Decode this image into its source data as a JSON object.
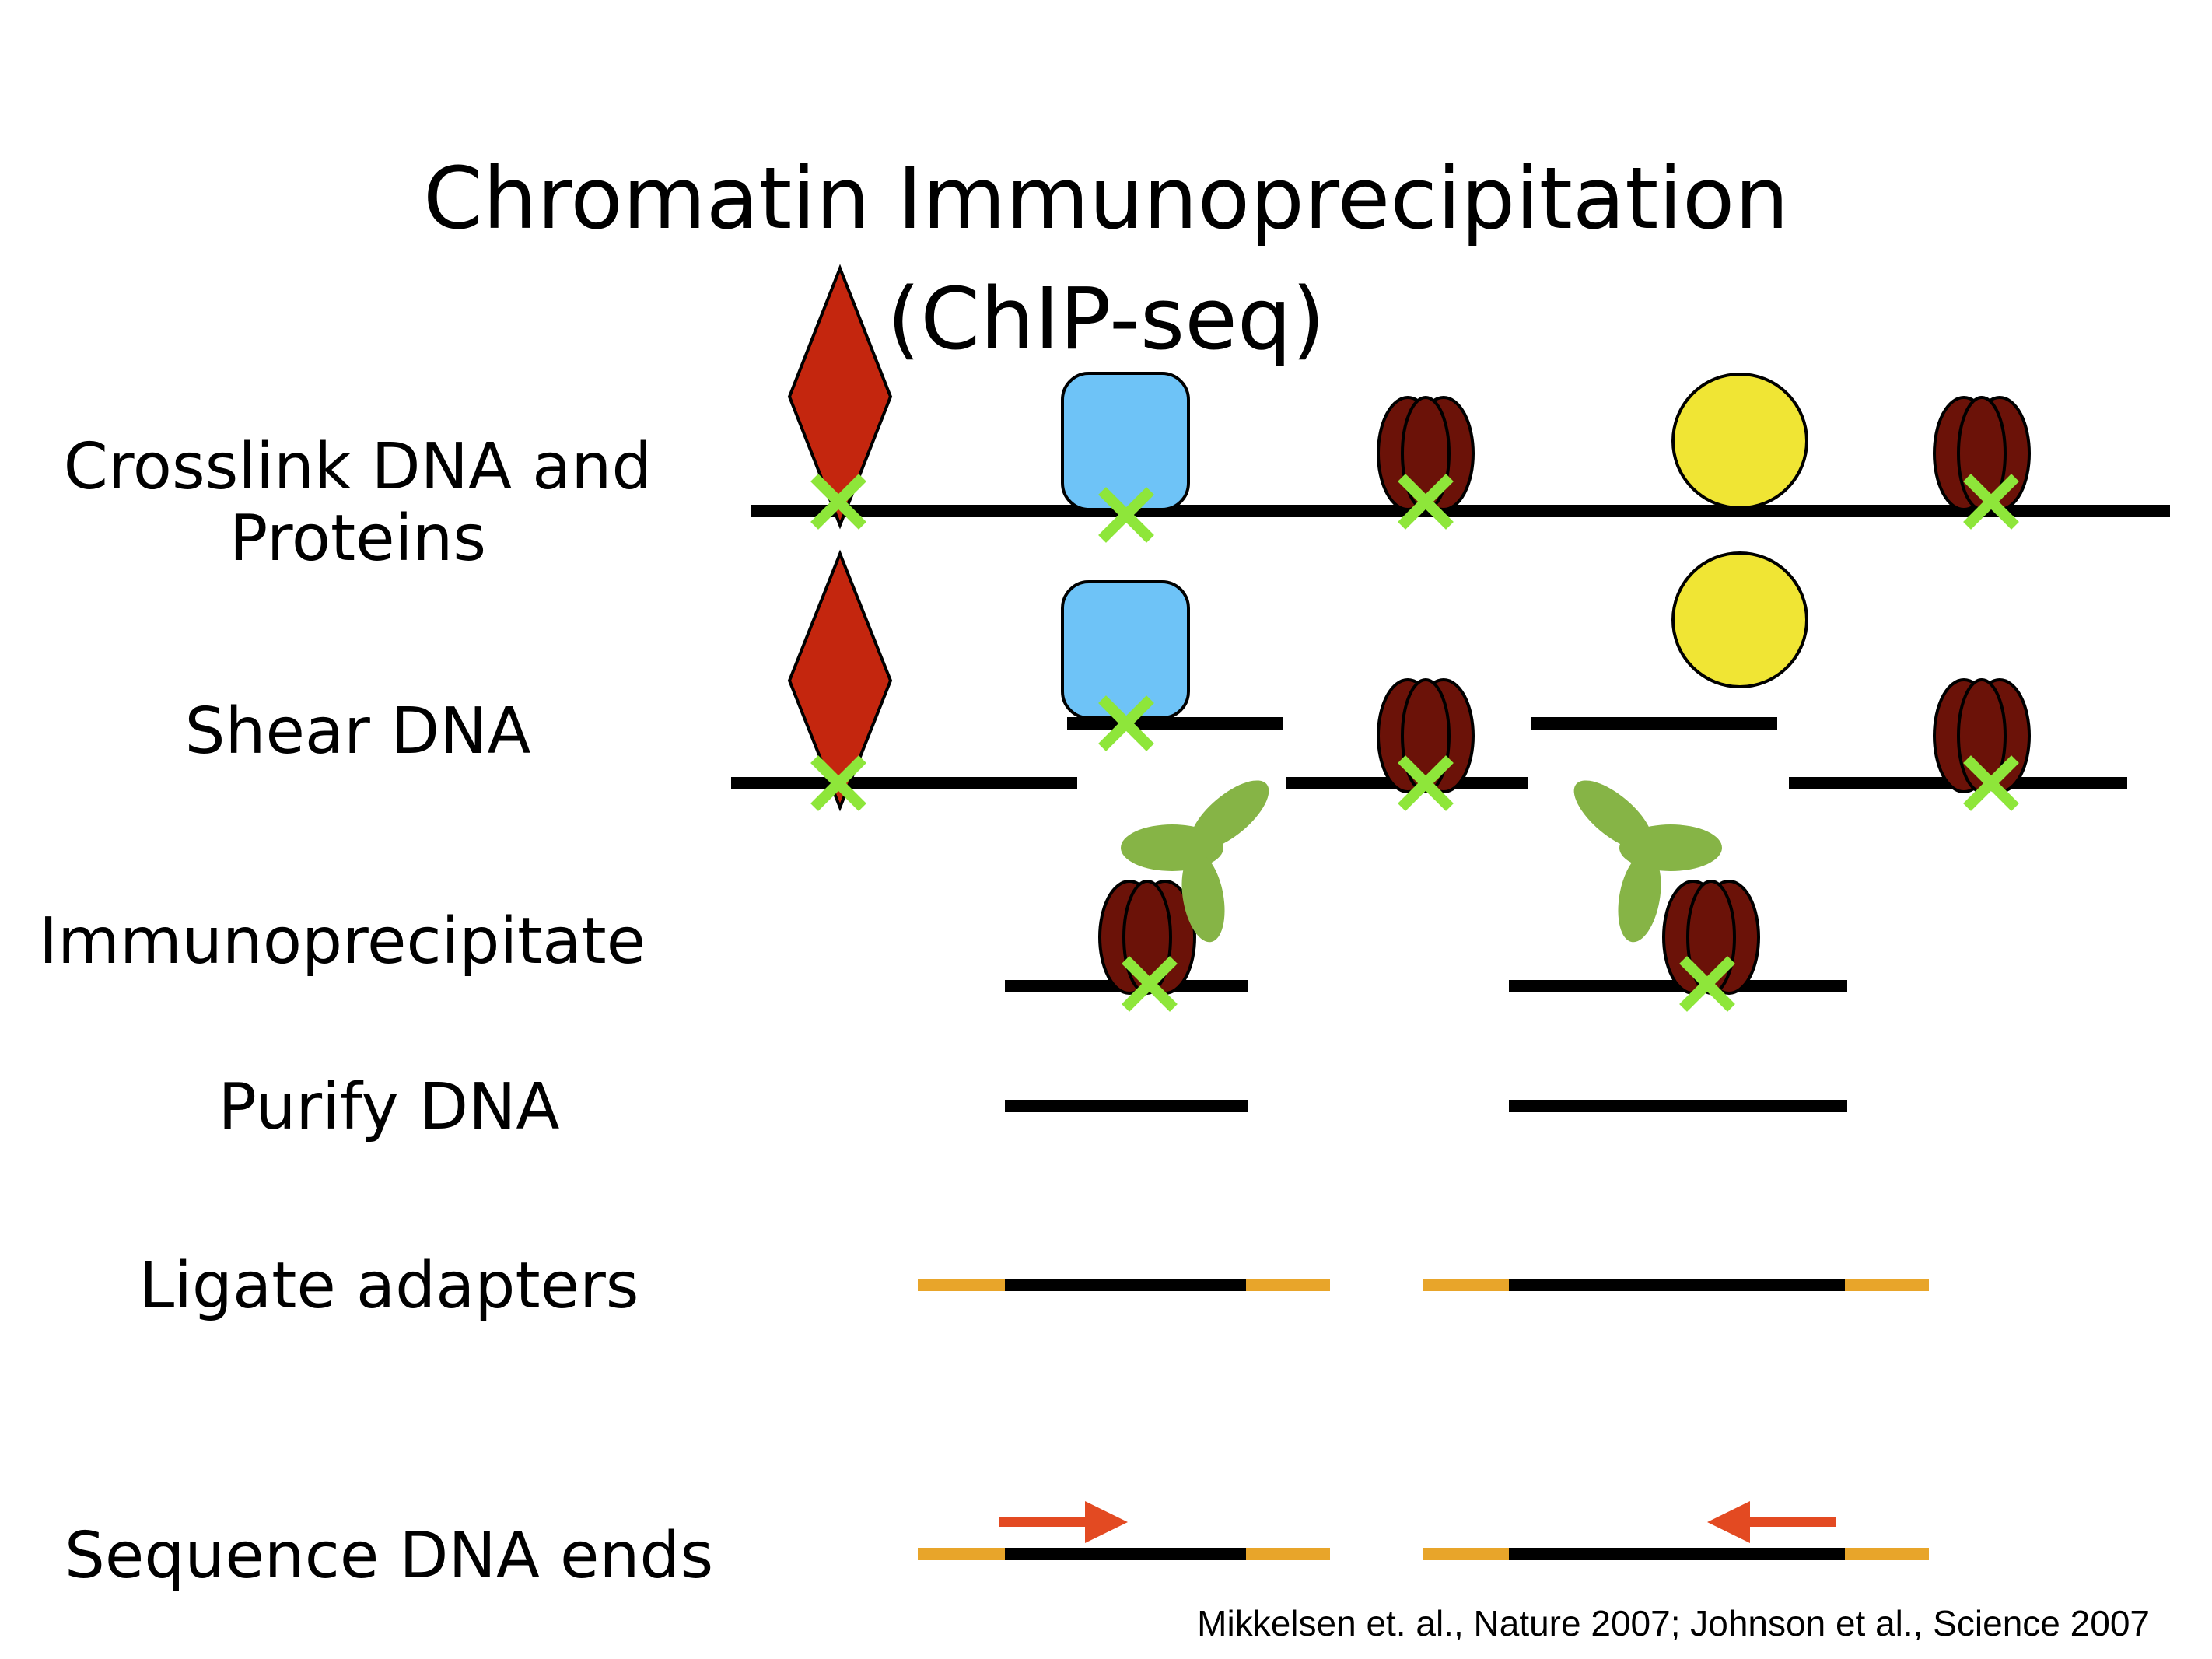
{
  "title": {
    "line1": "Chromatin Immunoprecipitation",
    "line2": "(ChIP-seq)"
  },
  "steps": [
    {
      "line1": "Crosslink DNA and",
      "line2": "Proteins"
    },
    {
      "line1": "Shear DNA"
    },
    {
      "line1": "Immunoprecipitate"
    },
    {
      "line1": "Purify DNA"
    },
    {
      "line1": "Ligate adapters"
    },
    {
      "line1": "Sequence DNA ends"
    }
  ],
  "citation": "Mikkelsen et. al., Nature 2007; Johnson et al., Science 2007",
  "colors": {
    "dna": "#000000",
    "adapter": "#e8a52a",
    "protein_diamond": "#c4260e",
    "protein_box": "#6ec3f7",
    "protein_circle": "#f0e534",
    "nucleosome": "#6b1208",
    "crosslink": "#8ee63a",
    "antibody": "#86b446",
    "primer_arrow": "#e34a22"
  }
}
